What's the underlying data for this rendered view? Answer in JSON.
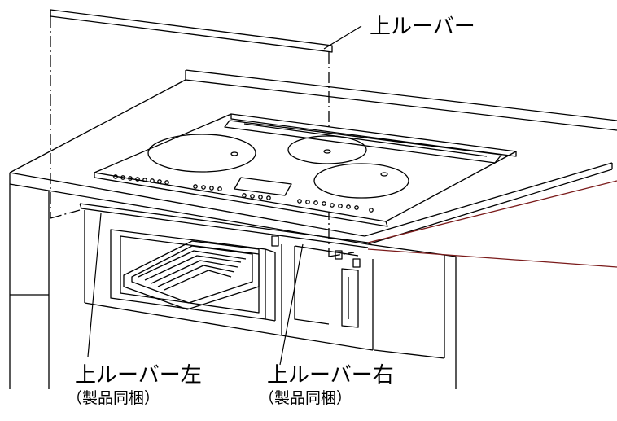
{
  "labels": {
    "top_louver": "上ルーバー",
    "louver_left": "上ルーバー左",
    "louver_left_note": "（製品同梱）",
    "louver_right": "上ルーバー右",
    "louver_right_note": "（製品同梱）"
  },
  "colors": {
    "line": "#000000",
    "leader_accent": "#7a1a1a",
    "background": "#ffffff"
  }
}
